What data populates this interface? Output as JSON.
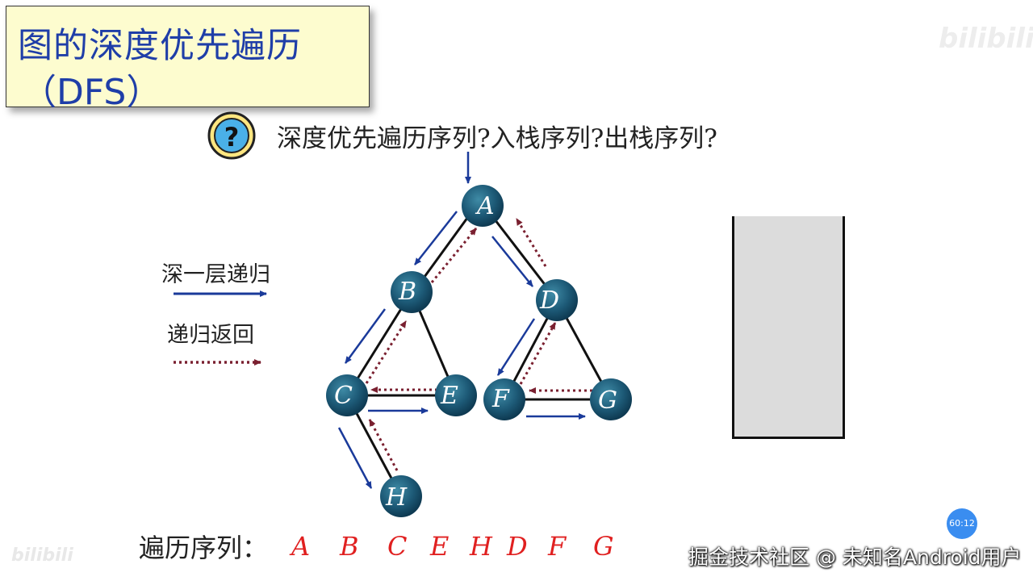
{
  "title": {
    "line1": "图的深度优先遍历",
    "line2": "（DFS）"
  },
  "question": "深度优先遍历序列?入栈序列?出栈序列?",
  "question_icon": "question-mark-icon",
  "legend": {
    "recurse_label": "深一层递归",
    "return_label": "递归返回",
    "recurse_color": "#1a3a9a",
    "return_color": "#7a2030"
  },
  "graph": {
    "nodes": [
      "A",
      "B",
      "C",
      "D",
      "E",
      "F",
      "G",
      "H"
    ],
    "edges": [
      [
        "A",
        "B"
      ],
      [
        "A",
        "D"
      ],
      [
        "B",
        "C"
      ],
      [
        "B",
        "E"
      ],
      [
        "C",
        "E"
      ],
      [
        "C",
        "H"
      ],
      [
        "D",
        "F"
      ],
      [
        "D",
        "G"
      ],
      [
        "F",
        "G"
      ]
    ],
    "start_node": "A"
  },
  "traversal": {
    "label": "遍历序列：",
    "sequence": [
      "A",
      "B",
      "C",
      "E",
      "H",
      "D",
      "F",
      "G"
    ],
    "color": "#e02020"
  },
  "watermarks": {
    "bilibili": "bilibili",
    "credit": "掘金技术社区 @ 未知名Android用户"
  },
  "timer": "60:12"
}
